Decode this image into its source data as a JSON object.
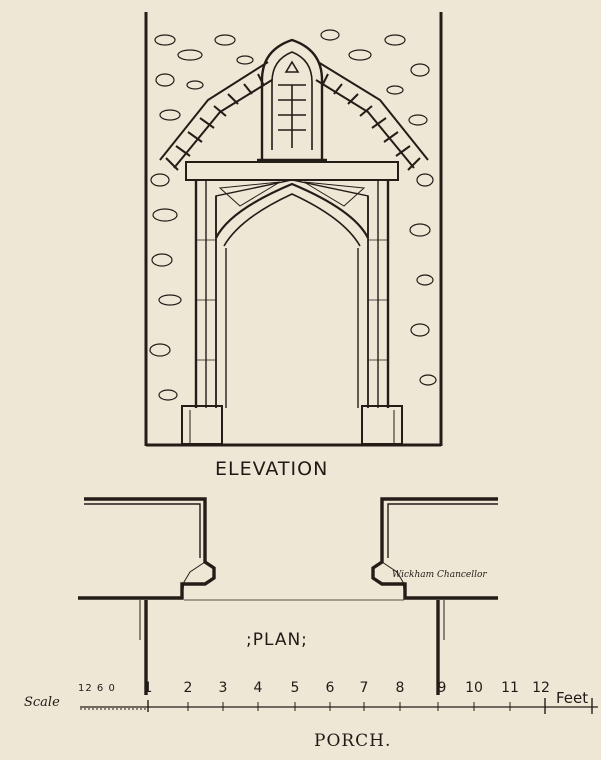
{
  "elevation": {
    "title": "ELEVATION"
  },
  "plan": {
    "title": ";PLAN;"
  },
  "drawer_signature": "Wickham Chancellor",
  "scale": {
    "label": "Scale",
    "small_divisions": "12 6 0",
    "numbers": [
      "1",
      "2",
      "3",
      "4",
      "5",
      "6",
      "7",
      "8",
      "9",
      "10",
      "11",
      "12"
    ],
    "unit": "Feet"
  },
  "caption": "PORCH."
}
